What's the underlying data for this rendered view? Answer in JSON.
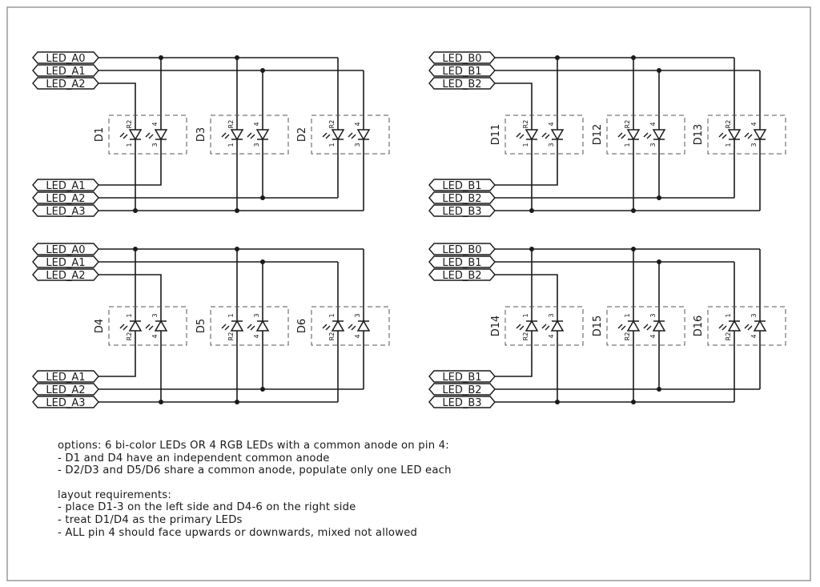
{
  "title": "LED option schematic",
  "blocks": [
    {
      "id": "upper-left",
      "orientation": "down",
      "top_labels": [
        "LED_A0",
        "LED_A1",
        "LED_A2"
      ],
      "bottom_labels": [
        "LED_A1",
        "LED_A2",
        "LED_A3"
      ],
      "parts": [
        {
          "ref": "D1",
          "pins": [
            "R2",
            "1",
            "4",
            "3"
          ]
        },
        {
          "ref": "D3",
          "pins": [
            "R2",
            "1",
            "4",
            "3"
          ]
        },
        {
          "ref": "D2",
          "pins": [
            "R2",
            "1",
            "4",
            "3"
          ]
        }
      ]
    },
    {
      "id": "upper-right",
      "orientation": "down",
      "top_labels": [
        "LED_B0",
        "LED_B1",
        "LED_B2"
      ],
      "bottom_labels": [
        "LED_B1",
        "LED_B2",
        "LED_B3"
      ],
      "parts": [
        {
          "ref": "D11",
          "pins": [
            "R2",
            "1",
            "4",
            "3"
          ]
        },
        {
          "ref": "D12",
          "pins": [
            "R2",
            "1",
            "4",
            "3"
          ]
        },
        {
          "ref": "D13",
          "pins": [
            "R2",
            "1",
            "4",
            "3"
          ]
        }
      ]
    },
    {
      "id": "lower-left",
      "orientation": "up",
      "top_labels": [
        "LED_A0",
        "LED_A1",
        "LED_A2"
      ],
      "bottom_labels": [
        "LED_A1",
        "LED_A2",
        "LED_A3"
      ],
      "parts": [
        {
          "ref": "D4",
          "pins": [
            "1",
            "R2",
            "3",
            "4"
          ]
        },
        {
          "ref": "D5",
          "pins": [
            "1",
            "R2",
            "3",
            "4"
          ]
        },
        {
          "ref": "D6",
          "pins": [
            "1",
            "R2",
            "3",
            "4"
          ]
        }
      ]
    },
    {
      "id": "lower-right",
      "orientation": "up",
      "top_labels": [
        "LED_B0",
        "LED_B1",
        "LED_B2"
      ],
      "bottom_labels": [
        "LED_B1",
        "LED_B2",
        "LED_B3"
      ],
      "parts": [
        {
          "ref": "D14",
          "pins": [
            "1",
            "R2",
            "3",
            "4"
          ]
        },
        {
          "ref": "D15",
          "pins": [
            "1",
            "R2",
            "3",
            "4"
          ]
        },
        {
          "ref": "D16",
          "pins": [
            "1",
            "R2",
            "3",
            "4"
          ]
        }
      ]
    }
  ],
  "notes": {
    "options_heading": "options: 6 bi-color LEDs OR 4 RGB LEDs with a common anode on pin 4:",
    "options": [
      "- D1 and D4 have an independent common anode",
      "- D2/D3 and D5/D6 share a common anode, populate only one LED each"
    ],
    "layout_heading": "layout requirements:",
    "layout": [
      "- place D1-3 on the left side and D4-6 on the right side",
      "- treat D1/D4 as the primary LEDs",
      "- ALL pin 4 should face upwards or downwards, mixed not allowed"
    ]
  }
}
